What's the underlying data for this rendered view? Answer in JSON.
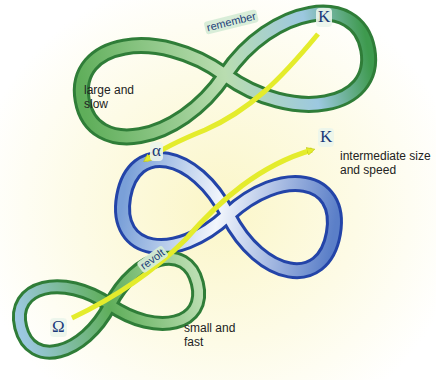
{
  "diagram": {
    "labels": [
      "remember",
      "K",
      "large and slow",
      "α",
      "K",
      "intermediate size and speed",
      "revolt",
      "Ω",
      "small and fast"
    ]
  }
}
